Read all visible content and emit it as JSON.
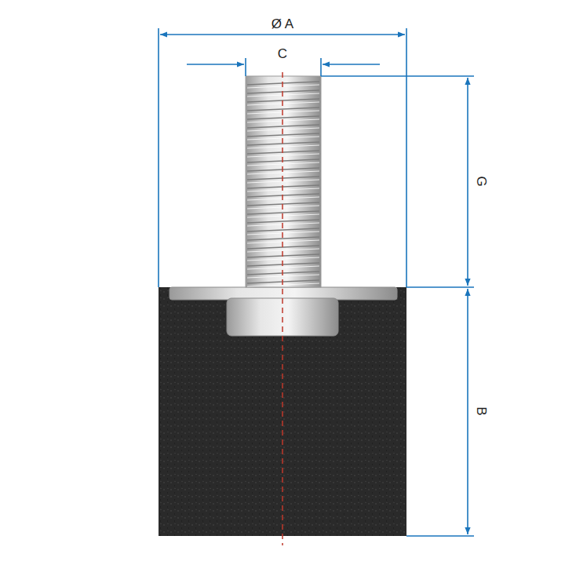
{
  "diagram": {
    "labels": [
      "Ø A",
      "C",
      "G",
      "B"
    ]
  }
}
